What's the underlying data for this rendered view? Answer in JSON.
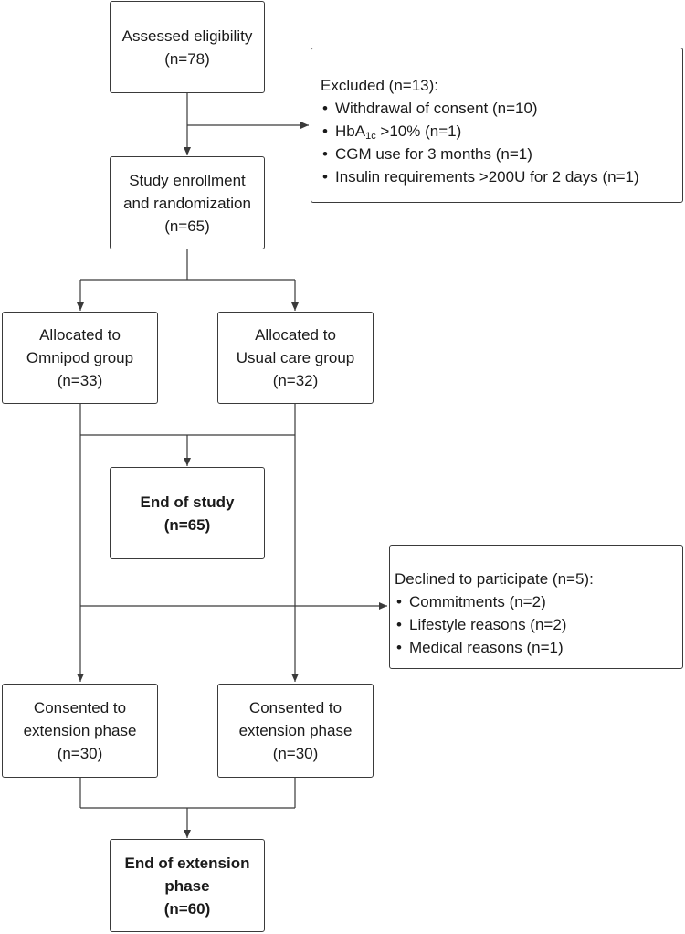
{
  "assessed": {
    "line1": "Assessed eligibility",
    "count": "(n=78)"
  },
  "excluded": {
    "title": "Excluded (n=13):",
    "items": [
      "Withdrawal of consent (n=10)",
      {
        "pre": "HbA",
        "sub": "1c",
        "post": " >10% (n=1)"
      },
      "CGM use for 3 months (n=1)",
      "Insulin requirements >200U for 2 days (n=1)"
    ]
  },
  "enrollment": {
    "line1": "Study enrollment",
    "line2": "and randomization",
    "count": "(n=65)"
  },
  "omnipod": {
    "line1": "Allocated to",
    "line2": "Omnipod group",
    "count": "(n=33)"
  },
  "usual_care": {
    "line1": "Allocated to",
    "line2": "Usual care group",
    "count": "(n=32)"
  },
  "end_study": {
    "line1": "End of study",
    "count": "(n=65)"
  },
  "declined": {
    "title": "Declined to participate (n=5):",
    "items": [
      "Commitments (n=2)",
      "Lifestyle reasons (n=2)",
      "Medical reasons (n=1)"
    ]
  },
  "consent_omnipod": {
    "line1": "Consented to",
    "line2": "extension phase",
    "count": "(n=30)"
  },
  "consent_usual": {
    "line1": "Consented to",
    "line2": "extension phase",
    "count": "(n=30)"
  },
  "end_extension": {
    "line1": "End of extension",
    "line2": "phase",
    "count": "(n=60)"
  }
}
